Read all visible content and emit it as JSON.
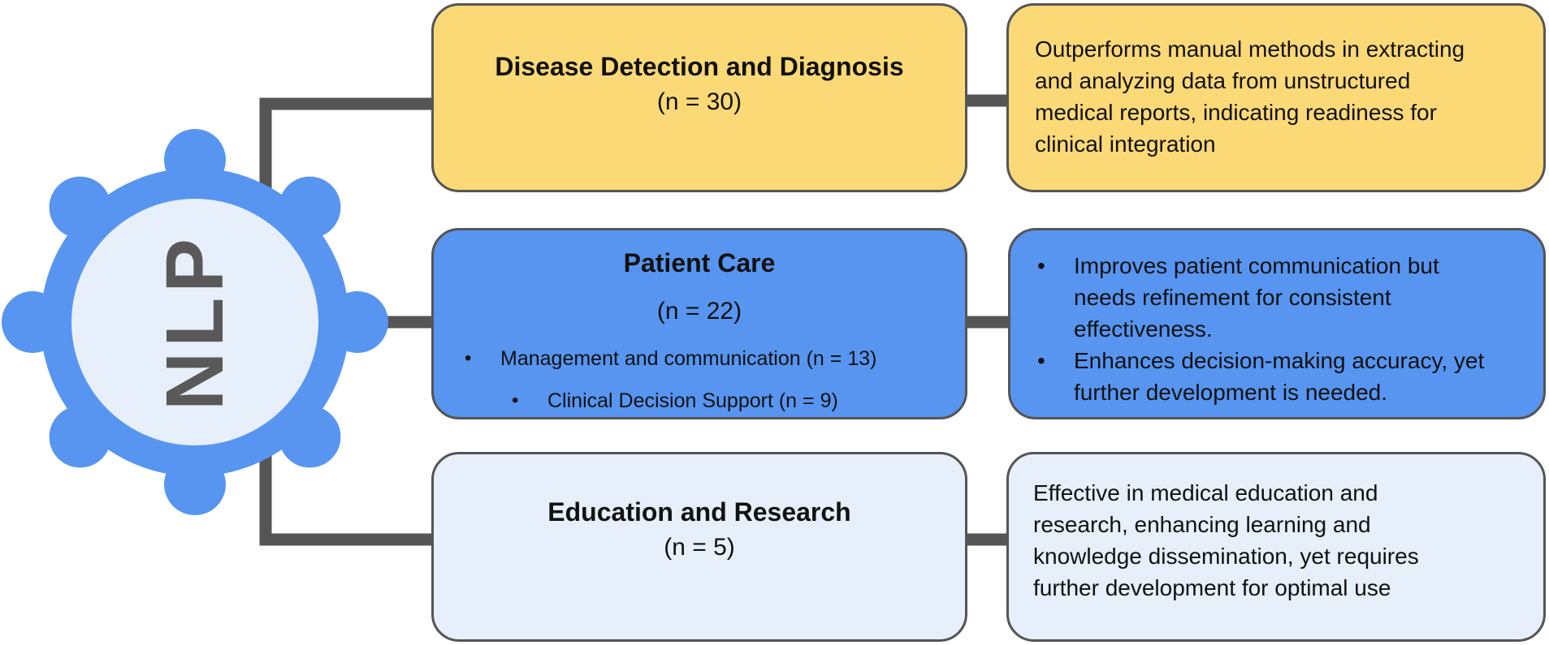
{
  "hub": {
    "label": "NLP",
    "gear_color": "#5795f0",
    "inner_color": "#e7effa",
    "text_color": "#595959"
  },
  "connector_color": "#555555",
  "categories": [
    {
      "title": "Disease Detection and Diagnosis",
      "count": "(n = 30)",
      "color": "#fcd977",
      "description_lines": [
        "Outperforms manual methods in extracting",
        "and analyzing data from unstructured",
        "medical reports, indicating readiness for",
        "clinical integration"
      ]
    },
    {
      "title": "Patient Care",
      "count": "(n = 22)",
      "color": "#5795f0",
      "subitems": [
        "Management and communication (n = 13)",
        "Clinical Decision Support (n = 9)"
      ],
      "description_bullets": [
        {
          "lines": [
            "Improves patient communication but",
            "needs refinement for consistent",
            "effectiveness."
          ]
        },
        {
          "lines": [
            "Enhances decision-making accuracy, yet",
            "further development is needed."
          ]
        }
      ]
    },
    {
      "title": "Education and Research",
      "count": "(n = 5)",
      "color": "#e7effa",
      "description_lines": [
        "Effective in medical education and",
        "research, enhancing learning and",
        "knowledge dissemination, yet requires",
        "further development for optimal use"
      ]
    }
  ],
  "bullet_glyph": "•"
}
